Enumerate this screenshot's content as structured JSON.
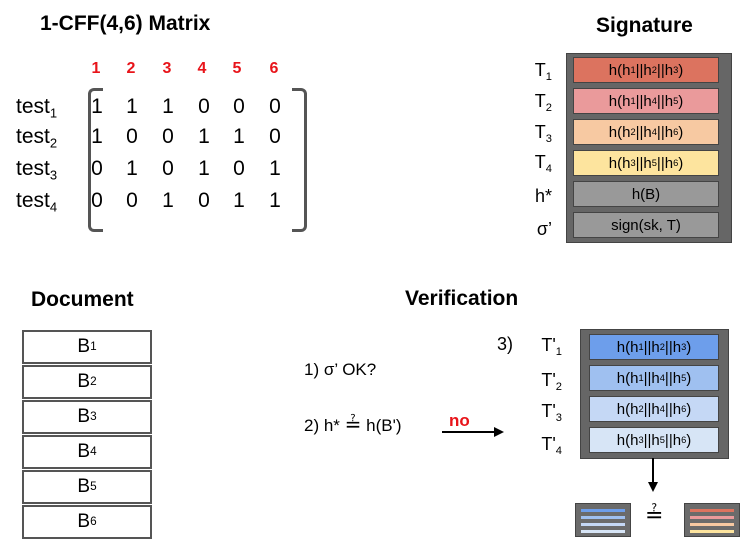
{
  "matrix": {
    "title": "1-CFF(4,6) Matrix",
    "columns": [
      "1",
      "2",
      "3",
      "4",
      "5",
      "6"
    ],
    "rows": [
      {
        "name": "test",
        "sub": "1",
        "values": [
          "1",
          "1",
          "1",
          "0",
          "0",
          "0"
        ]
      },
      {
        "name": "test",
        "sub": "2",
        "values": [
          "1",
          "0",
          "0",
          "1",
          "1",
          "0"
        ]
      },
      {
        "name": "test",
        "sub": "3",
        "values": [
          "0",
          "1",
          "0",
          "1",
          "0",
          "1"
        ]
      },
      {
        "name": "test",
        "sub": "4",
        "values": [
          "0",
          "0",
          "1",
          "0",
          "1",
          "1"
        ]
      }
    ]
  },
  "signature": {
    "title": "Signature",
    "rows": [
      {
        "label": "T",
        "label_sub": "1",
        "content": [
          [
            "h",
            ""
          ],
          [
            "h",
            "1"
          ],
          [
            "||h",
            "2"
          ],
          [
            "||h",
            "3"
          ],
          [
            ")",
            ""
          ]
        ],
        "color": "#dc735f"
      },
      {
        "label": "T",
        "label_sub": "2",
        "content": [
          [
            "h",
            ""
          ],
          [
            "h",
            "1"
          ],
          [
            "||h",
            "4"
          ],
          [
            "||h",
            "5"
          ],
          [
            ")",
            ""
          ]
        ],
        "color": "#ea9a9b"
      },
      {
        "label": "T",
        "label_sub": "3",
        "content": [
          [
            "h",
            ""
          ],
          [
            "h",
            "2"
          ],
          [
            "||h",
            "4"
          ],
          [
            "||h",
            "6"
          ],
          [
            ")",
            ""
          ]
        ],
        "color": "#f7c9a2"
      },
      {
        "label": "T",
        "label_sub": "4",
        "content": [
          [
            "h",
            ""
          ],
          [
            "h",
            "3"
          ],
          [
            "||h",
            "5"
          ],
          [
            "||h",
            "6"
          ],
          [
            ")",
            ""
          ]
        ],
        "color": "#fde49e"
      },
      {
        "label": "h*",
        "label_sub": "",
        "content": [
          [
            "h(B)",
            ""
          ]
        ],
        "color": "#999999"
      },
      {
        "label": "σ’",
        "label_sub": "",
        "content": [
          [
            "sign(sk, T)",
            ""
          ]
        ],
        "color": "#999999"
      }
    ]
  },
  "document": {
    "title": "Document",
    "blocks": [
      {
        "name": "B",
        "sub": "1"
      },
      {
        "name": "B",
        "sub": "2"
      },
      {
        "name": "B",
        "sub": "3"
      },
      {
        "name": "B",
        "sub": "4"
      },
      {
        "name": "B",
        "sub": "5"
      },
      {
        "name": "B",
        "sub": "6"
      }
    ]
  },
  "verification": {
    "title": "Verification",
    "step1": "1) σ’ OK?",
    "step2_prefix": "2) h* ",
    "step2_symbol": "≟",
    "step2_suffix": " h(B')",
    "no_label": "no",
    "step3": "3)",
    "compare_symbol": "≟",
    "rows": [
      {
        "label": "T'",
        "label_sub": "1",
        "content": [
          [
            "h",
            ""
          ],
          [
            "h",
            "1"
          ],
          [
            "||h",
            "2"
          ],
          [
            "||h",
            "3"
          ],
          [
            ")",
            ""
          ]
        ],
        "color": "#6d9eeb"
      },
      {
        "label": "T'",
        "label_sub": "2",
        "content": [
          [
            "h",
            ""
          ],
          [
            "h",
            "1"
          ],
          [
            "||h",
            "4"
          ],
          [
            "||h",
            "5"
          ],
          [
            ")",
            ""
          ]
        ],
        "color": "#9fc0f0"
      },
      {
        "label": "T'",
        "label_sub": "3",
        "content": [
          [
            "h",
            ""
          ],
          [
            "h",
            "2"
          ],
          [
            "||h",
            "4"
          ],
          [
            "||h",
            "6"
          ],
          [
            ")",
            ""
          ]
        ],
        "color": "#c5d8f5"
      },
      {
        "label": "T'",
        "label_sub": "4",
        "content": [
          [
            "h",
            ""
          ],
          [
            "h",
            "3"
          ],
          [
            "||h",
            "5"
          ],
          [
            "||h",
            "6"
          ],
          [
            ")",
            ""
          ]
        ],
        "color": "#d7e5f6"
      }
    ],
    "mini_blue_colors": [
      "#6d9eeb",
      "#9fc0f0",
      "#c5d8f5",
      "#d7e5f6"
    ],
    "mini_warm_colors": [
      "#dc735f",
      "#ea9a9b",
      "#f7c9a2",
      "#fde49e"
    ]
  }
}
